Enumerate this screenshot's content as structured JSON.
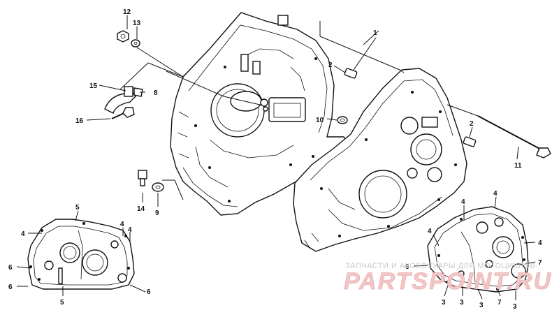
{
  "callouts": [
    {
      "id": "c1",
      "text": "1"
    },
    {
      "id": "c2a",
      "text": "2"
    },
    {
      "id": "c2b",
      "text": "2"
    },
    {
      "id": "c3a",
      "text": "3"
    },
    {
      "id": "c3b",
      "text": "3"
    },
    {
      "id": "c3c",
      "text": "3"
    },
    {
      "id": "c3d",
      "text": "3"
    },
    {
      "id": "c4a",
      "text": "4"
    },
    {
      "id": "c4b",
      "text": "4"
    },
    {
      "id": "c4c",
      "text": "4"
    },
    {
      "id": "c4d",
      "text": "4"
    },
    {
      "id": "c4e",
      "text": "4"
    },
    {
      "id": "c4f",
      "text": "4"
    },
    {
      "id": "c4g",
      "text": "4"
    },
    {
      "id": "c5a",
      "text": "5"
    },
    {
      "id": "c5b",
      "text": "5"
    },
    {
      "id": "c6a",
      "text": "6"
    },
    {
      "id": "c6b",
      "text": "6"
    },
    {
      "id": "c6c",
      "text": "6"
    },
    {
      "id": "c6d",
      "text": "6"
    },
    {
      "id": "c7a",
      "text": "7"
    },
    {
      "id": "c7b",
      "text": "7"
    },
    {
      "id": "c8",
      "text": "8"
    },
    {
      "id": "c9",
      "text": "9"
    },
    {
      "id": "c10",
      "text": "10"
    },
    {
      "id": "c11",
      "text": "11"
    },
    {
      "id": "c12",
      "text": "12"
    },
    {
      "id": "c13",
      "text": "13"
    },
    {
      "id": "c14",
      "text": "14"
    },
    {
      "id": "c15",
      "text": "15"
    },
    {
      "id": "c16",
      "text": "16"
    }
  ],
  "watermark": {
    "caption": "ЗАПЧАСТИ И АКСЕССУАРЫ ДЛЯ МОТОЦИКЛОВ",
    "brand": "PARTSPOINT.RU"
  }
}
